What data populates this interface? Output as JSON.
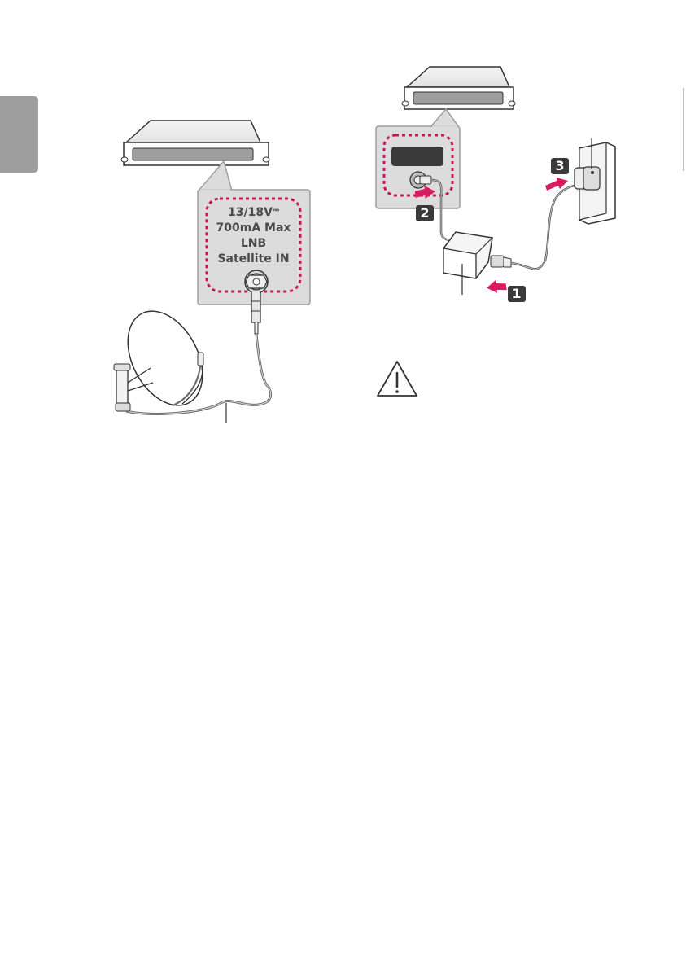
{
  "port_label": {
    "voltage": "13/18V",
    "current": "700mA Max",
    "type": "LNB",
    "name": "Satellite IN"
  },
  "steps": [
    "1",
    "2",
    "3"
  ],
  "colors": {
    "accent_dashed": "#c2185b",
    "arrow": "#d81b60",
    "panel_gray": "#dcdcdc",
    "tab_gray": "#9e9e9e",
    "line": "#333333"
  }
}
